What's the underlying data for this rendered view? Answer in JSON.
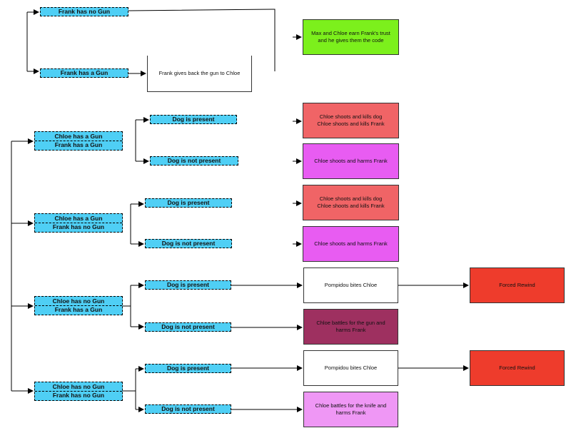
{
  "colors": {
    "condition": "#4fcff5",
    "success": "#7cf01c",
    "fatal_red": "#f06466",
    "harm_pink": "#e85cf2",
    "neutral": "#ffffff",
    "rewind": "#ee3c2c",
    "battle_gun": "#9e3060",
    "battle_knife": "#ef97f5"
  },
  "nodes": {
    "frank_no_gun": "Frank has no Gun",
    "frank_gun": "Frank has a Gun",
    "gives_back": "Frank gives back the gun to Chloe",
    "earn_trust": "Max and Chloe earn Frank's trust and he gives them the code",
    "g1_a": "Chloe has a Gun",
    "g1_b": "Frank has a Gun",
    "g2_a": "Chloe has a Gun",
    "g2_b": "Frank has no Gun",
    "g3_a": "Chloe has no Gun",
    "g3_b": "Frank has a Gun",
    "g4_a": "Chloe has no Gun",
    "g4_b": "Frank has no Gun",
    "dog_present": "Dog is present",
    "dog_not_present": "Dog is not present",
    "kills_1": "Chloe shoots and kills dog",
    "kills_2": "Chloe shoots and kills Frank",
    "harms": "Chloe shoots and harms Frank",
    "pompidou": "Pompidou bites Chloe",
    "forced_rewind": "Forced Rewind",
    "battle_gun": "Chloe battles for the gun and harms Frank",
    "battle_knife": "Chloe battles for the knife and harms Frank"
  }
}
